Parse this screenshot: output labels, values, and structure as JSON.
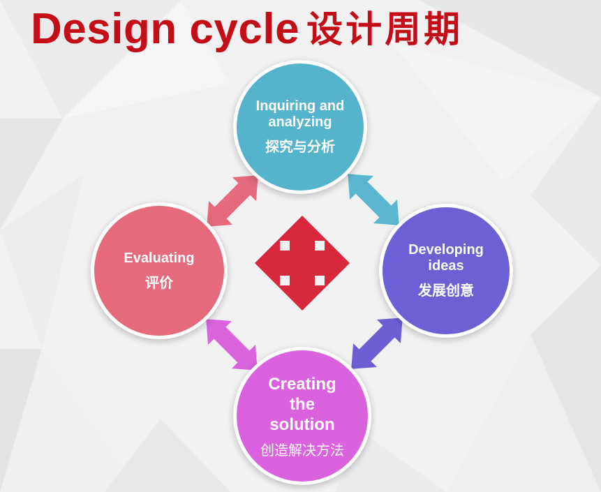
{
  "title": {
    "en": "Design cycle",
    "zh": "设计周期"
  },
  "stages": [
    {
      "key": "inquiring",
      "en": "Inquiring and analyzing",
      "zh": "探究与分析"
    },
    {
      "key": "developing",
      "en": "Developing ideas",
      "zh": "发展创意"
    },
    {
      "key": "creating",
      "en": "Creating the solution",
      "zh": "创造解决方法"
    },
    {
      "key": "evaluating",
      "en": "Evaluating",
      "zh": "评价"
    }
  ],
  "colors": {
    "title": "#c40e17",
    "inquiring": "#55b4cc",
    "developing": "#6d60d4",
    "creating": "#da62de",
    "evaluating": "#e56b7a",
    "arrow_inquiring_developing": "#5ab7cf",
    "arrow_developing_creating": "#6d5fd3",
    "arrow_creating_evaluating": "#d964dd",
    "arrow_evaluating_inquiring": "#e56a7b",
    "center_arrow": "#d8283c"
  },
  "icons": {
    "center": "four-way-arrow-icon",
    "connectors": "double-headed-arrow-icon"
  }
}
